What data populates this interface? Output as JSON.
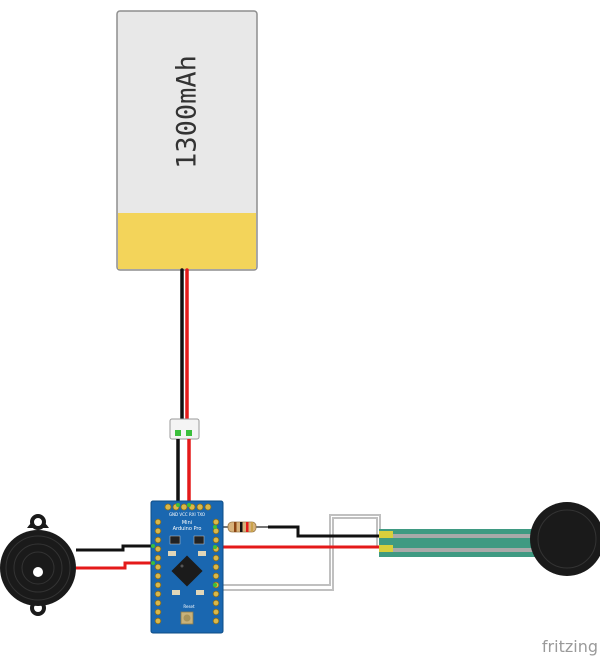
{
  "battery": {
    "label": "1300mAh"
  },
  "board": {
    "pin_header_labels": "GND VCC RXI TXO",
    "name_line1": "Mini",
    "name_line2": "Arduino Pro",
    "reset_label": "Reset"
  },
  "watermark": "fritzing",
  "colors": {
    "battery_body": "#e8e8e8",
    "battery_cap": "#f3d45a",
    "board": "#1a67b0",
    "wire_red": "#e41a1a",
    "wire_black": "#111111",
    "wire_gray": "#bdbdbd",
    "sensor_trace": "#3f9a82",
    "watermark": "#9a9a9a"
  }
}
